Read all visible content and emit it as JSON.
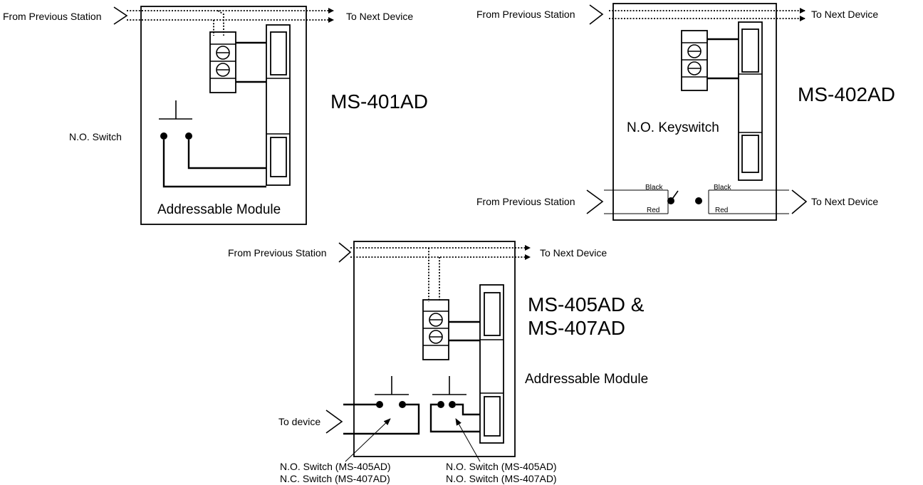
{
  "diagram_401": {
    "from_label": "From Previous Station",
    "to_label": "To Next Device",
    "model": "MS-401AD",
    "switch_label": "N.O. Switch",
    "module_label": "Addressable Module"
  },
  "diagram_402": {
    "from_label": "From Previous Station",
    "to_label": "To Next Device",
    "model": "MS-402AD",
    "keyswitch_label": "N.O. Keyswitch",
    "from_label_2": "From Previous Station",
    "to_label_2": "To Next Device",
    "wire_black_left": "Black",
    "wire_red_left": "Red",
    "wire_black_right": "Black",
    "wire_red_right": "Red"
  },
  "diagram_405": {
    "from_label": "From Previous Station",
    "to_label": "To Next Device",
    "model_line1": "MS-405AD &",
    "model_line2": "MS-407AD",
    "module_label": "Addressable Module",
    "to_device_label": "To device",
    "left_switch_line1": "N.O. Switch  (MS-405AD)",
    "left_switch_line2": "N.C. Switch  (MS-407AD)",
    "right_switch_line1": "N.O. Switch  (MS-405AD)",
    "right_switch_line2": "N.O. Switch  (MS-407AD)"
  }
}
